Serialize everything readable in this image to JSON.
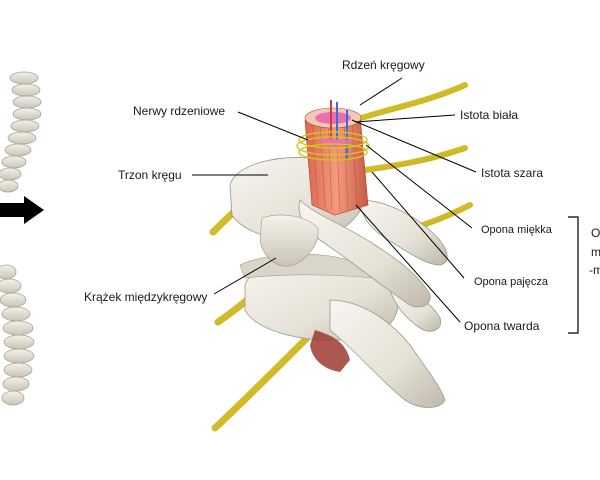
{
  "labels": {
    "rdzen": "Rdzeń kręgowy",
    "nerwy": "Nerwy rdzeniowe",
    "istota_biala": "Istota biała",
    "trzon": "Trzon kręgu",
    "istota_szara": "Istota szara",
    "opona_miekka": "Opona miękka",
    "krazek": "Krążek międzykręgowy",
    "opona_pajecza": "Opona pajęcza",
    "opona_twarda": "Opona twarda"
  },
  "bracket_text": {
    "line1": "O",
    "line2": "m",
    "line3": "-m"
  },
  "colors": {
    "bone": "#e9e6dc",
    "bone_shadow": "#b9b4a7",
    "nerve": "#d8c21a",
    "spinal_cord": "#e87a62",
    "grey_matter": "#e96fb4",
    "leader_line": "#000000"
  }
}
